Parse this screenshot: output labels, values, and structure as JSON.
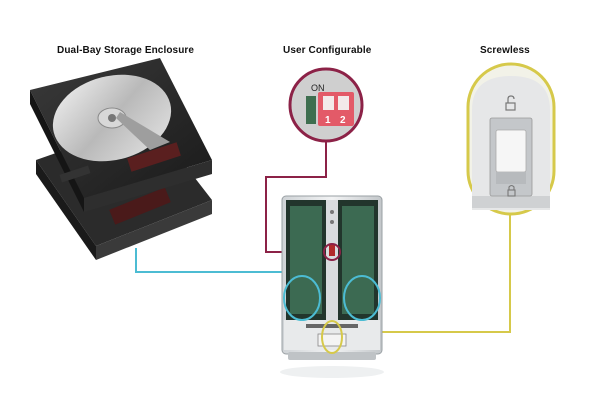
{
  "labels": {
    "storage": "Dual-Bay Storage Enclosure",
    "config": "User Configurable",
    "screwless": "Screwless"
  },
  "dip_switch": {
    "on_text": "ON",
    "switch_1": "1",
    "switch_2": "2"
  },
  "colors": {
    "cyan": "#4cbcd3",
    "maroon": "#8c2247",
    "yellow": "#d6c94a"
  }
}
